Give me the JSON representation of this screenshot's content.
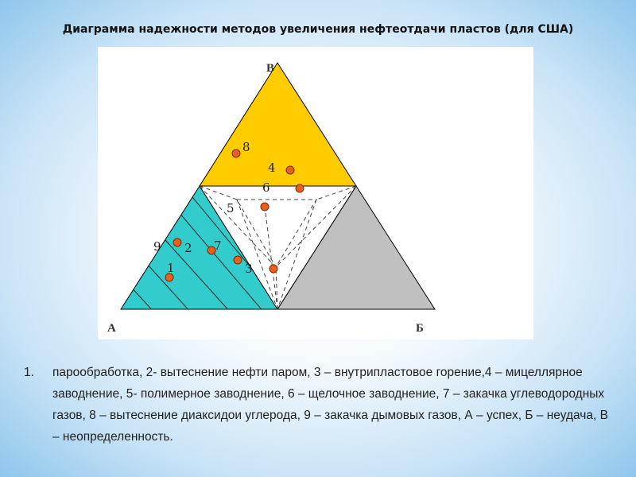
{
  "title": "Диаграмма надежности методов увеличения нефтеотдачи пластов (для США)",
  "diagram": {
    "vertices": {
      "a": "А",
      "b": "Б",
      "c": "В"
    },
    "points": [
      "1",
      "2",
      "3",
      "4",
      "5",
      "6",
      "7",
      "8",
      "9"
    ],
    "colors": {
      "success_zone": "#32cccc",
      "failure_zone": "#c0c0c0",
      "uncertainty_zone": "#ffcc00",
      "point_fill": "#e8601c"
    }
  },
  "legend": {
    "number": "1.",
    "text": "пароoбработка, 2- вытеснение нефти паром, 3 – внутрипластовое горение,4 – мицеллярное заводнение, 5- полимерное заводнение, 6 – щелочное заводнение, 7 – закачка углеводородных газов, 8 – вытеснение  диаксидои углерода, 9 – закачка дымовых газов, А – успех, Б – неудача, В – неопределенность."
  }
}
